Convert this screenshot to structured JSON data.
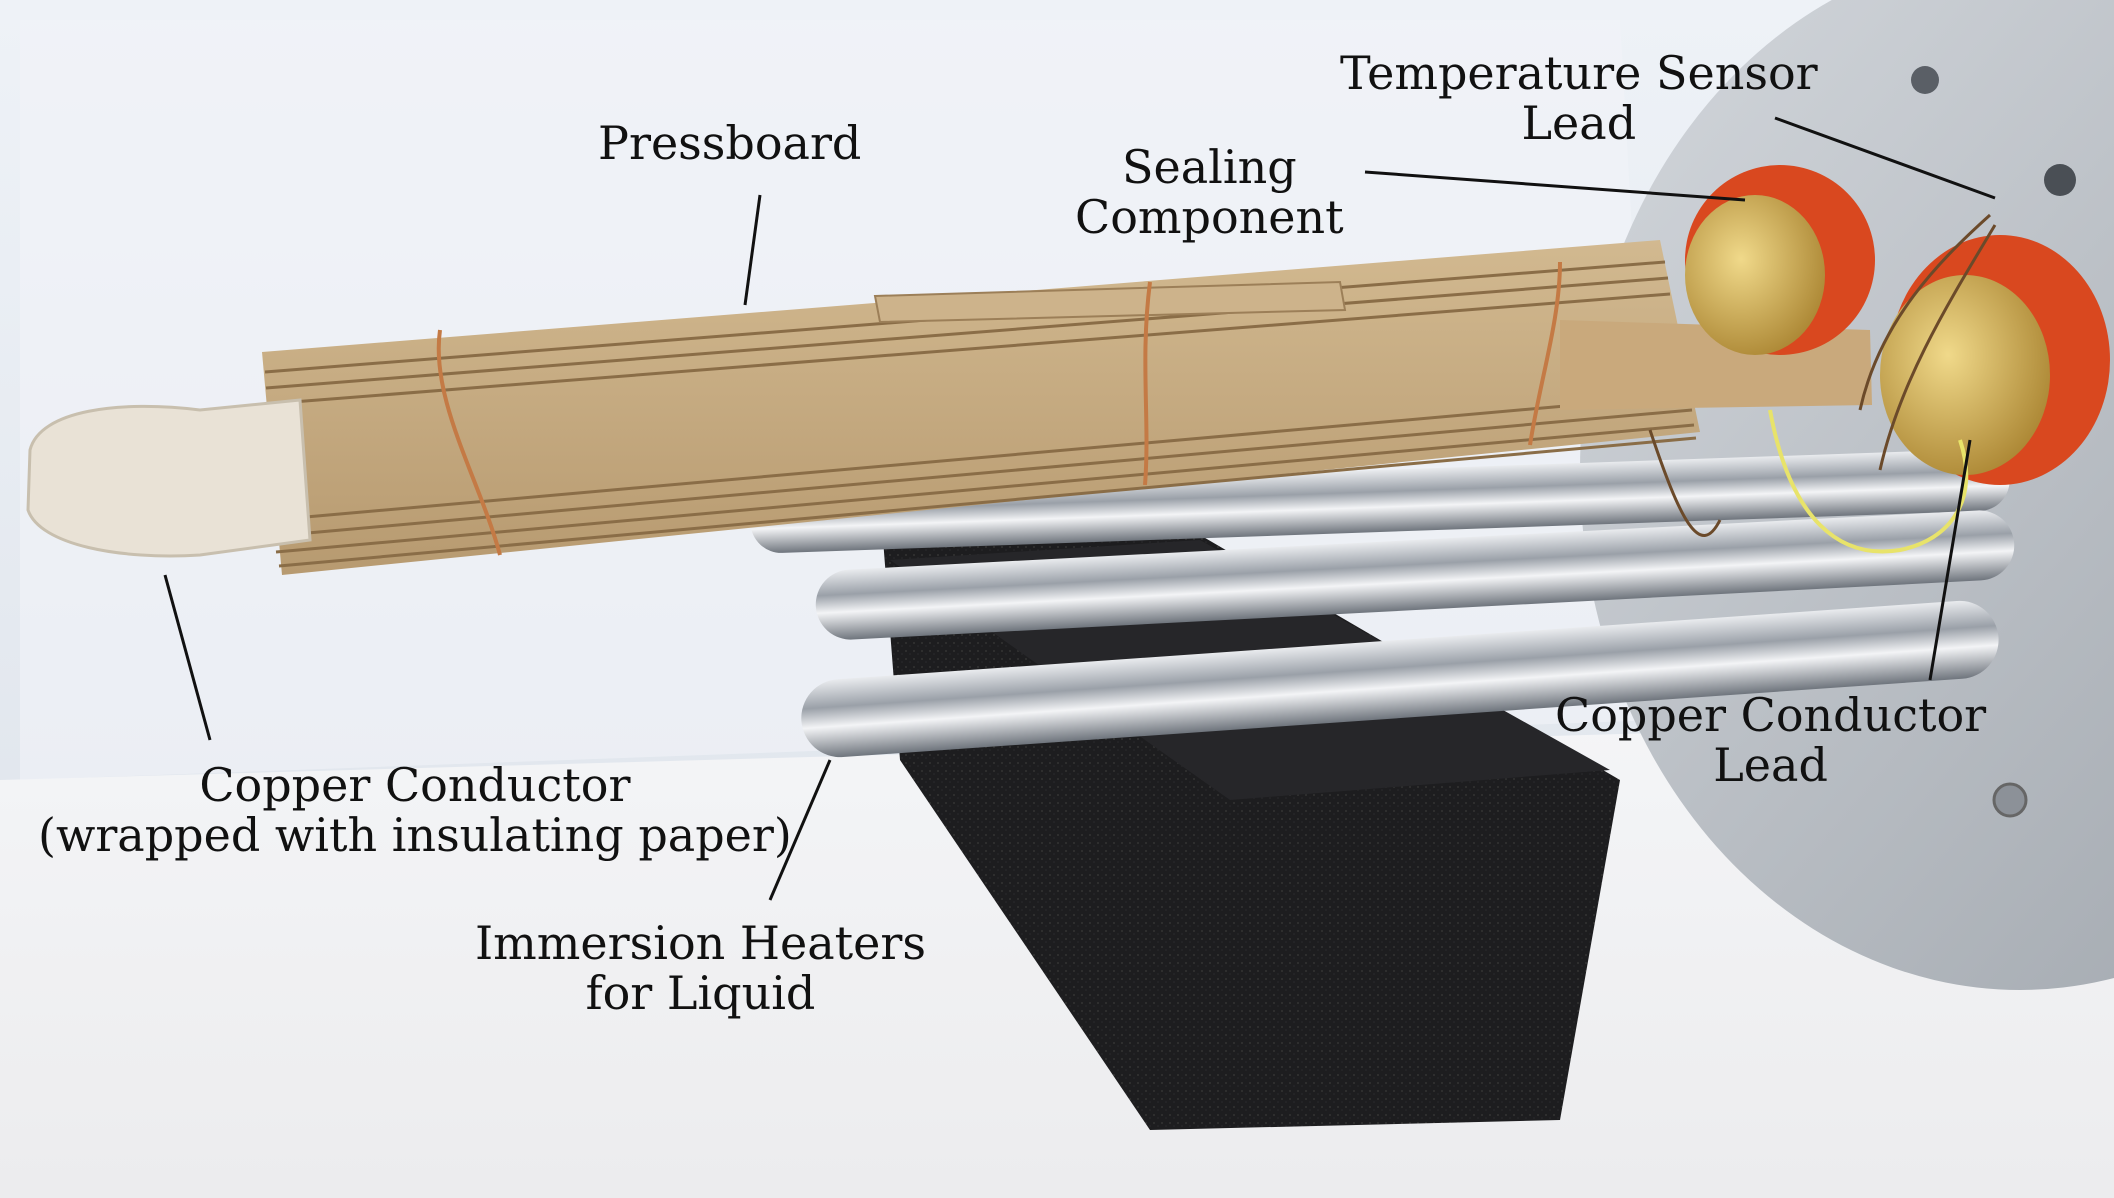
{
  "labels": {
    "pressboard": "Pressboard",
    "sealing_line1": "Sealing",
    "sealing_line2": "Component",
    "temp_line1": "Temperature Sensor",
    "temp_line2": "Lead",
    "copper_lead_line1": "Copper Conductor",
    "copper_lead_line2": "Lead",
    "copper_wrapped_line1": "Copper Conductor",
    "copper_wrapped_line2": "(wrapped with insulating paper)",
    "heaters_line1": "Immersion Heaters",
    "heaters_line2": "for Liquid"
  },
  "colors": {
    "background_wall": "#e8edf3",
    "floor": "#f2f3f5",
    "pressboard": "#c8ad86",
    "pressboard_edge": "#8a6d47",
    "foam_block": "#1c1c1e",
    "steel": "#b9bcc2",
    "sealing_orange": "#d9481f",
    "brass": "#c9a452",
    "flange": "#b8bdc4",
    "paper_wrap": "#e9e2d6"
  }
}
